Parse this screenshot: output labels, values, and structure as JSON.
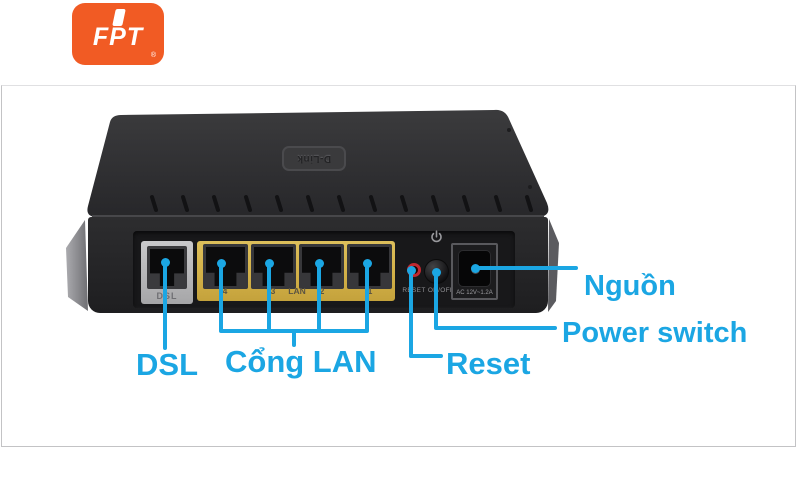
{
  "brand": {
    "name": "FPT",
    "trademark": "®"
  },
  "photo": {
    "device_logo": "D-Link",
    "back_panel": {
      "dsl_port_label": "DSL",
      "lan_labels": [
        "4",
        "3",
        "LAN",
        "2",
        "1"
      ],
      "reset_label": "RESET",
      "onoff_label": "ON/OFF",
      "power_jack_label": "AC 12V~1.2A"
    }
  },
  "annotations": {
    "dsl": "DSL",
    "lan": "Cổng LAN",
    "reset": "Reset",
    "power_switch": "Power switch",
    "power": "Nguồn"
  },
  "colors": {
    "annotation_blue": "#1ba6e3",
    "brand_orange": "#f15b24",
    "lan_plate_yellow": "#d3b148"
  }
}
